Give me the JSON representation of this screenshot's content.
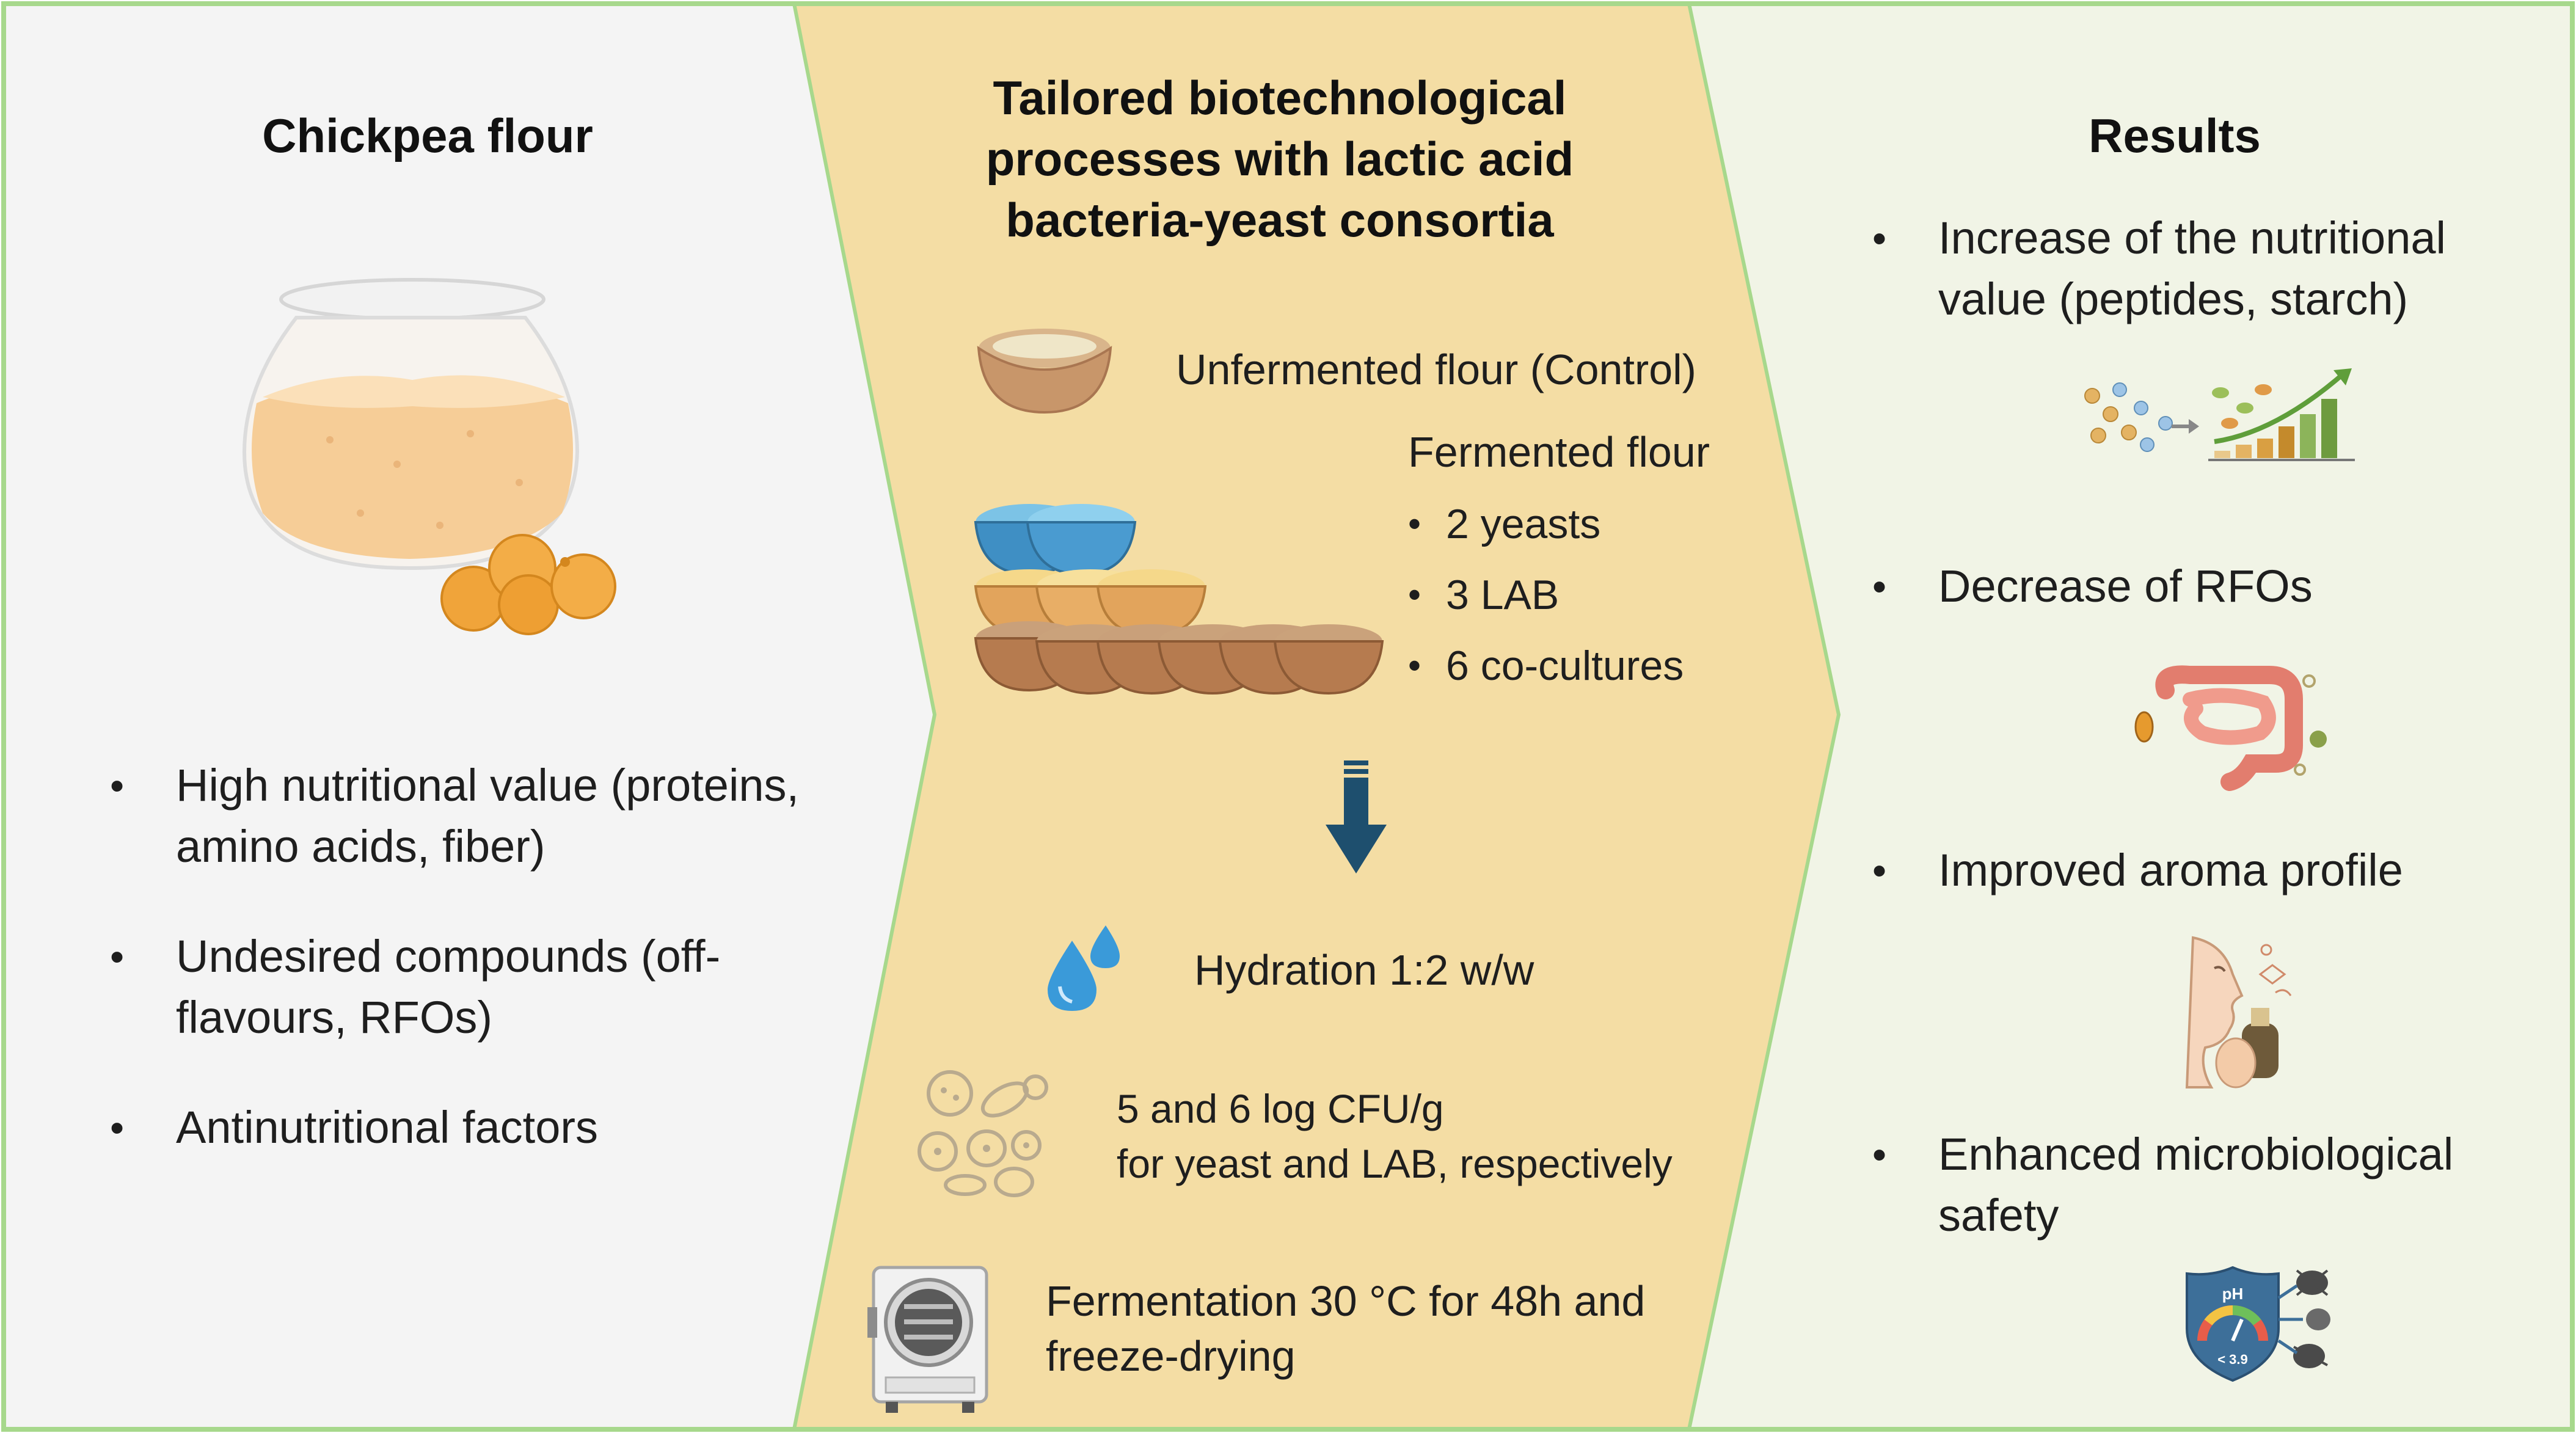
{
  "left": {
    "title": "Chickpea flour",
    "bullets": [
      "High nutritional value (proteins, amino acids, fiber)",
      "Undesired compounds (off-flavours, RFOs)",
      "Antinutritional factors"
    ]
  },
  "middle": {
    "title": "Tailored biotechnological processes with lactic acid bacteria-yeast consortia",
    "control_label": "Unfermented flour (Control)",
    "fermented_label": "Fermented flour",
    "fermented_items": [
      "2 yeasts",
      "3 LAB",
      "6 co-cultures"
    ],
    "hydration": "Hydration 1:2 w/w",
    "inoculum_line1": "5 and 6 log CFU/g",
    "inoculum_line2": "for yeast and LAB, respectively",
    "fermentation_line1": "Fermentation 30 °C for 48h and",
    "fermentation_line2": "freeze-drying"
  },
  "right": {
    "title": "Results",
    "results": [
      "Increase of the nutritional value (peptides, starch)",
      "Decrease of RFOs",
      "Improved aroma profile",
      "Enhanced microbiological safety"
    ],
    "gauge_ph_label": "pH",
    "gauge_value_label": "< 3.9"
  },
  "colors": {
    "left_panel": "#f4f4f4",
    "middle_panel": "#f4dda4",
    "right_panel": "#f1f4e6",
    "border": "#a7d88c",
    "arrow": "#1e4f6e",
    "water": "#3a9ad9"
  },
  "icons": [
    "flour-jar-icon",
    "chickpeas-icon",
    "flour-bowl-icon",
    "flour-bowls-stack-icon",
    "down-arrow-icon",
    "water-drops-icon",
    "microorganisms-icon",
    "freeze-dryer-icon",
    "peptides-growth-chart-icon",
    "intestine-icon",
    "smelling-person-icon",
    "ph-gauge-shield-icon"
  ]
}
